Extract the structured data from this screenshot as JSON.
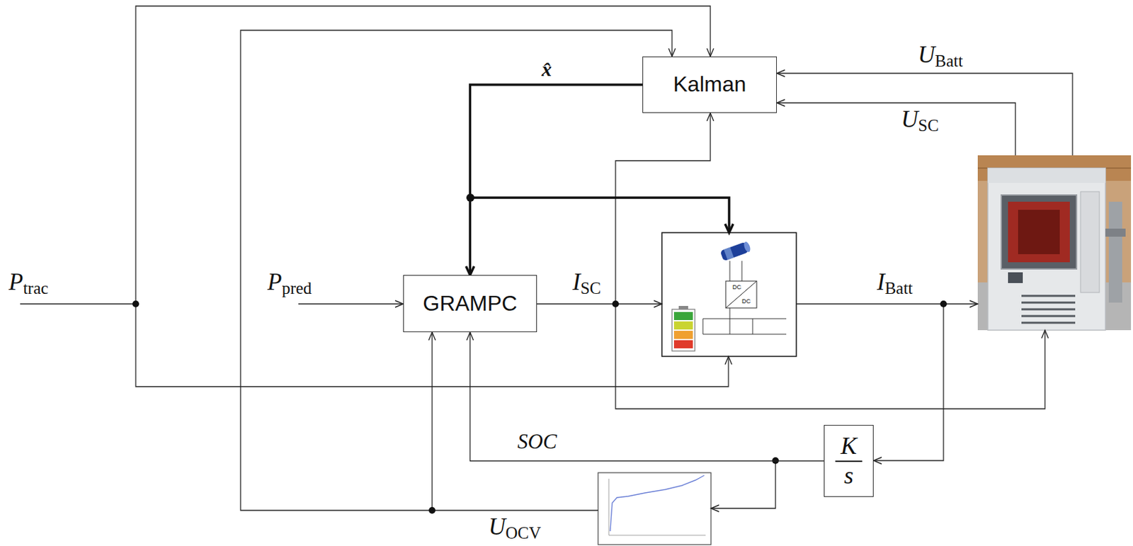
{
  "diagram": {
    "nodes": [
      {
        "text": [
          "Kalman"
        ]
      },
      {
        "text": [
          "GRAMPC"
        ]
      },
      {
        "text": [
          "K",
          "s"
        ]
      }
    ],
    "edges": [
      {
        "from": 0,
        "to": 1,
        "arrow": "to",
        "label": "x̂"
      },
      {
        "from": 2,
        "to": 1,
        "arrow": "to",
        "label": "SOC"
      }
    ],
    "labels": [
      "Ptrac",
      "Ppred",
      "ISC",
      "IBatt",
      "UBatt",
      "USC",
      "UOCV",
      "DC",
      "DC"
    ]
  }
}
